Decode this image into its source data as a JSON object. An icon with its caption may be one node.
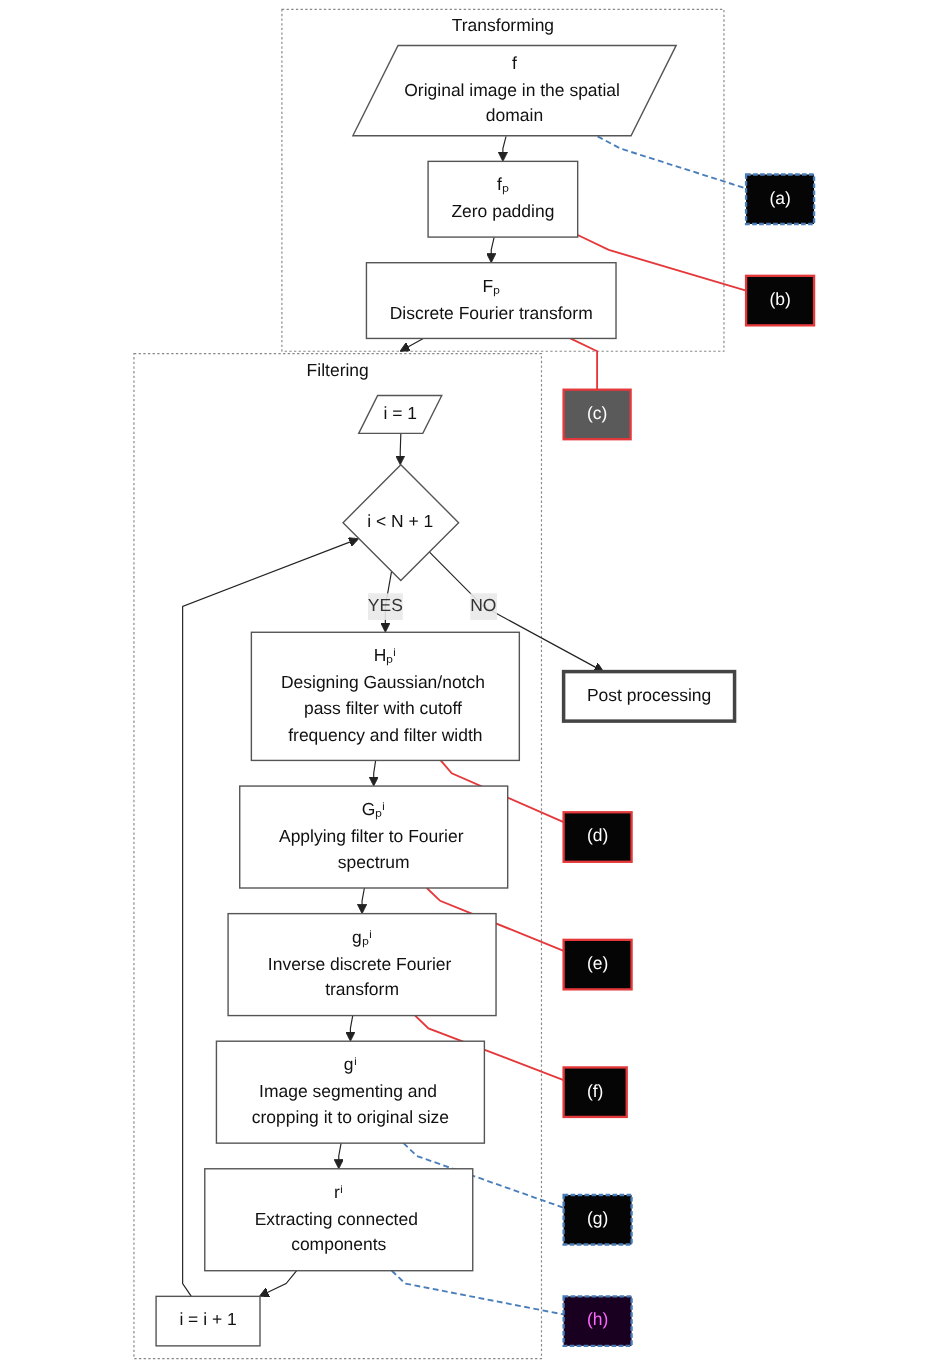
{
  "diagram": {
    "nodes": [
      {
        "text": [
          "Transforming"
        ]
      },
      {
        "text": [
          "f",
          "Original image in the spatial domain"
        ],
        "in": 0
      },
      {
        "text": [
          "fₚ",
          "Zero padding"
        ],
        "in": 0
      },
      {
        "text": [
          "Fₚ",
          "Discrete Fourier transform"
        ],
        "in": 0
      },
      {
        "text": [
          "Filtering"
        ]
      },
      {
        "text": [
          "i = 1"
        ],
        "in": 4
      },
      {
        "text": [
          "i < N + 1"
        ],
        "in": 4
      },
      {
        "text": [
          "Hₚⁱ",
          "Designing Gaussian/notch pass filter with cutoff frequency and filter width"
        ],
        "in": 4
      },
      {
        "text": [
          "Gₚⁱ",
          "Applying filter to Fourier spectrum"
        ],
        "in": 4
      },
      {
        "text": [
          "gₚⁱ",
          "Inverse discrete Fourier transform"
        ],
        "in": 4
      },
      {
        "text": [
          "gⁱ",
          "Image segmenting and cropping it to original size"
        ],
        "in": 4
      },
      {
        "text": [
          "rⁱ",
          "Extracting connected components"
        ],
        "in": 4
      },
      {
        "text": [
          "i = i + 1"
        ],
        "in": 4
      },
      {
        "text": [
          "Post processing"
        ]
      },
      {
        "text": [
          "(a)"
        ]
      },
      {
        "text": [
          "(b)"
        ]
      },
      {
        "text": [
          "(c)"
        ]
      },
      {
        "text": [
          "(d)"
        ]
      },
      {
        "text": [
          "(e)"
        ]
      },
      {
        "text": [
          "(f)"
        ]
      },
      {
        "text": [
          "(g)"
        ]
      },
      {
        "text": [
          "(h)"
        ]
      }
    ],
    "edges": [
      {
        "from": 1,
        "to": 2,
        "arrow": "to"
      },
      {
        "from": 2,
        "to": 3,
        "arrow": "to"
      },
      {
        "from": 3,
        "to": 4,
        "arrow": "to"
      },
      {
        "from": 5,
        "to": 6,
        "arrow": "to"
      },
      {
        "from": 6,
        "to": 7,
        "arrow": "to",
        "label": "YES"
      },
      {
        "from": 6,
        "to": 13,
        "arrow": "to",
        "label": "NO"
      },
      {
        "from": 7,
        "to": 8,
        "arrow": "to"
      },
      {
        "from": 8,
        "to": 9,
        "arrow": "to"
      },
      {
        "from": 9,
        "to": 10,
        "arrow": "to"
      },
      {
        "from": 10,
        "to": 11,
        "arrow": "to"
      },
      {
        "from": 11,
        "to": 12,
        "arrow": "to"
      },
      {
        "from": 12,
        "to": 6,
        "arrow": "to"
      },
      {
        "from": 1,
        "to": 14,
        "arrow": "none",
        "style": "dashed",
        "color": "#4a7ebb"
      },
      {
        "from": 2,
        "to": 15,
        "arrow": "none",
        "color": "#e5383b"
      },
      {
        "from": 3,
        "to": 16,
        "arrow": "none",
        "color": "#e5383b"
      },
      {
        "from": 7,
        "to": 17,
        "arrow": "none",
        "color": "#e5383b"
      },
      {
        "from": 8,
        "to": 18,
        "arrow": "none",
        "color": "#e5383b"
      },
      {
        "from": 9,
        "to": 19,
        "arrow": "none",
        "color": "#e5383b"
      },
      {
        "from": 10,
        "to": 20,
        "arrow": "none",
        "style": "dashed",
        "color": "#4a7ebb"
      },
      {
        "from": 11,
        "to": 21,
        "arrow": "none",
        "style": "dashed",
        "color": "#4a7ebb"
      }
    ]
  }
}
